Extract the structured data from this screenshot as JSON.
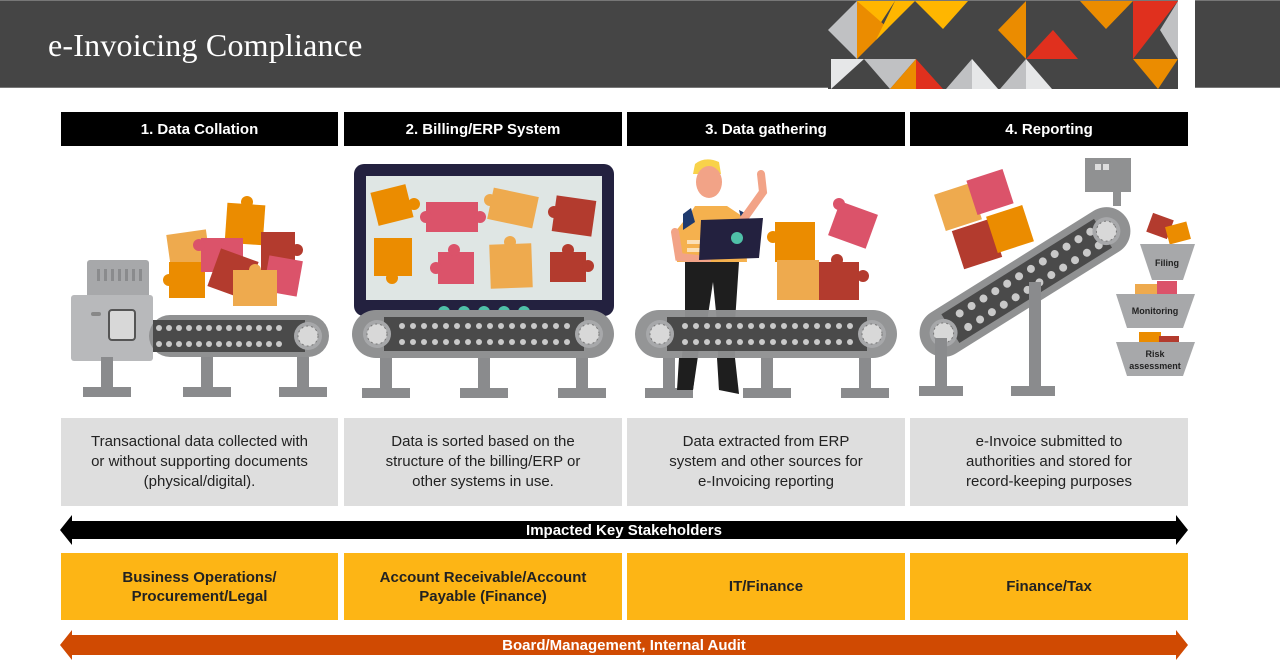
{
  "header": {
    "title": "e-Invoicing Compliance"
  },
  "steps": [
    {
      "label": "1. Data Collation",
      "description": "Transactional data collected with\nor without supporting documents\n(physical/digital).",
      "illustration": "machine-conveyor-puzzle-icon"
    },
    {
      "label": "2. Billing/ERP System",
      "description": "Data is sorted based on the\nstructure of the billing/ERP or\nother systems in use.",
      "illustration": "monitor-conveyor-puzzle-icon"
    },
    {
      "label": "3. Data gathering",
      "description": "Data extracted from ERP\nsystem and other sources for\ne-Invoicing reporting",
      "illustration": "worker-laptop-conveyor-icon"
    },
    {
      "label": "4. Reporting",
      "description": "e-Invoice submitted to\nauthorities and stored for\nrecord-keeping purposes",
      "illustration": "inclined-conveyor-bins-icon"
    }
  ],
  "reporting_bins": [
    "Filing",
    "Monitoring",
    "Risk",
    "assessment"
  ],
  "stakeholders_arrow": {
    "label": "Impacted Key Stakeholders",
    "color": "#000000"
  },
  "stakeholders": [
    "Business Operations/\nProcurement/Legal",
    "Account Receivable/Account\nPayable (Finance)",
    "IT/Finance",
    "Finance/Tax"
  ],
  "oversight_arrow": {
    "label": "Board/Management, Internal Audit",
    "color": "#d04a02"
  },
  "colors": {
    "header_bg": "#454545",
    "stakeholder_bg": "#fdb515",
    "description_bg": "#dedede",
    "accent_orange": "#eb8c00",
    "accent_red": "#e0301e",
    "accent_yellow": "#ffb600",
    "puzzle_pink": "#db536a",
    "puzzle_rust": "#b33b2e",
    "puzzle_tan": "#eeaa4e"
  }
}
